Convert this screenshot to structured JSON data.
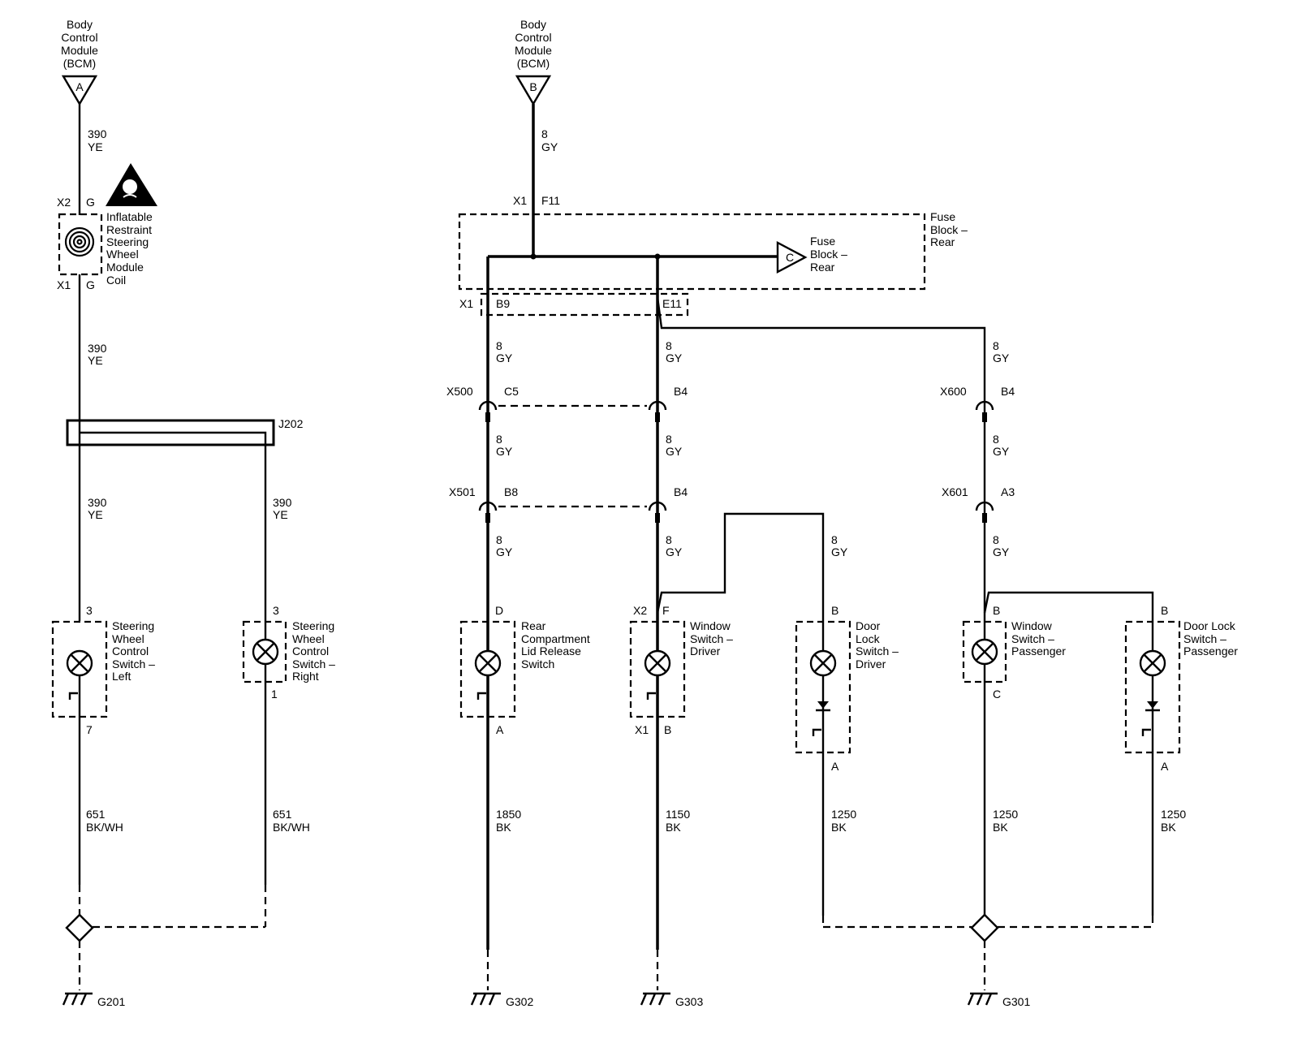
{
  "bcm_a": {
    "lines": [
      "Body",
      "Control",
      "Module",
      "(BCM)"
    ],
    "pin": "A"
  },
  "bcm_b": {
    "lines": [
      "Body",
      "Control",
      "Module",
      "(BCM)"
    ],
    "pin": "B"
  },
  "w_a1": {
    "num": "390",
    "color": "YE"
  },
  "w_a2": {
    "num": "390",
    "color": "YE"
  },
  "w_a3": {
    "num": "390",
    "color": "YE"
  },
  "w_a4": {
    "num": "390",
    "color": "YE"
  },
  "w_a5": {
    "num": "651",
    "color": "BK/WH"
  },
  "w_a6": {
    "num": "651",
    "color": "BK/WH"
  },
  "coil": {
    "top_conn": "X2",
    "top_pin": "G",
    "bot_conn": "X1",
    "bot_pin": "G",
    "lines": [
      "Inflatable",
      "Restraint",
      "Steering",
      "Wheel",
      "Module",
      "Coil"
    ]
  },
  "splice": {
    "name": "J202"
  },
  "swc_left": {
    "pin_top": "3",
    "pin_bot": "7",
    "lines": [
      "Steering",
      "Wheel",
      "Control",
      "Switch –",
      "Left"
    ]
  },
  "swc_right": {
    "pin_top": "3",
    "pin_bot": "1",
    "lines": [
      "Steering",
      "Wheel",
      "Control",
      "Switch –",
      "Right"
    ]
  },
  "fuse": {
    "x1": "X1",
    "f11": "F11",
    "lines": [
      "Fuse",
      "Block –",
      "Rear"
    ],
    "conn_pin": "C",
    "conn_lines": [
      "Fuse",
      "Block –",
      "Rear"
    ],
    "x1b": "X1",
    "b9": "B9",
    "e11": "E11"
  },
  "w_b1": {
    "num": "8",
    "color": "GY"
  },
  "w_b2": {
    "num": "8",
    "color": "GY"
  },
  "w_b3": {
    "num": "8",
    "color": "GY"
  },
  "w_b4": {
    "num": "8",
    "color": "GY"
  },
  "w_b5": {
    "num": "8",
    "color": "GY"
  },
  "w_b6": {
    "num": "8",
    "color": "GY"
  },
  "w_b7": {
    "num": "8",
    "color": "GY"
  },
  "w_b8": {
    "num": "8",
    "color": "GY"
  },
  "w_b9": {
    "num": "8",
    "color": "GY"
  },
  "w_b10": {
    "num": "8",
    "color": "GY"
  },
  "w_b11": {
    "num": "8",
    "color": "GY"
  },
  "conn": {
    "x500": "X500",
    "c5": "C5",
    "b4a": "B4",
    "x501": "X501",
    "b8": "B8",
    "b4b": "B4",
    "x600": "X600",
    "b4c": "B4",
    "x601": "X601",
    "a3": "A3"
  },
  "rear_lid": {
    "pin_top": "D",
    "pin_bot": "A",
    "lines": [
      "Rear",
      "Compartment",
      "Lid Release",
      "Switch"
    ]
  },
  "win_drv": {
    "conn_top": "X2",
    "pin_top": "F",
    "conn_bot": "X1",
    "pin_bot": "B",
    "lines": [
      "Window",
      "Switch –",
      "Driver"
    ]
  },
  "door_drv": {
    "pin_top": "B",
    "pin_bot": "A",
    "lines": [
      "Door",
      "Lock",
      "Switch –",
      "Driver"
    ]
  },
  "win_pass": {
    "pin_top": "B",
    "pin_bot": "C",
    "lines": [
      "Window",
      "Switch –",
      "Passenger"
    ]
  },
  "door_pass": {
    "pin_top": "B",
    "pin_bot": "A",
    "lines": [
      "Door Lock",
      "Switch –",
      "Passenger"
    ]
  },
  "w_g1": {
    "num": "1850",
    "color": "BK"
  },
  "w_g2": {
    "num": "1150",
    "color": "BK"
  },
  "w_g3": {
    "num": "1250",
    "color": "BK"
  },
  "w_g4": {
    "num": "1250",
    "color": "BK"
  },
  "w_g5": {
    "num": "1250",
    "color": "BK"
  },
  "grounds": {
    "g201": "G201",
    "g302": "G302",
    "g303": "G303",
    "g301": "G301"
  }
}
